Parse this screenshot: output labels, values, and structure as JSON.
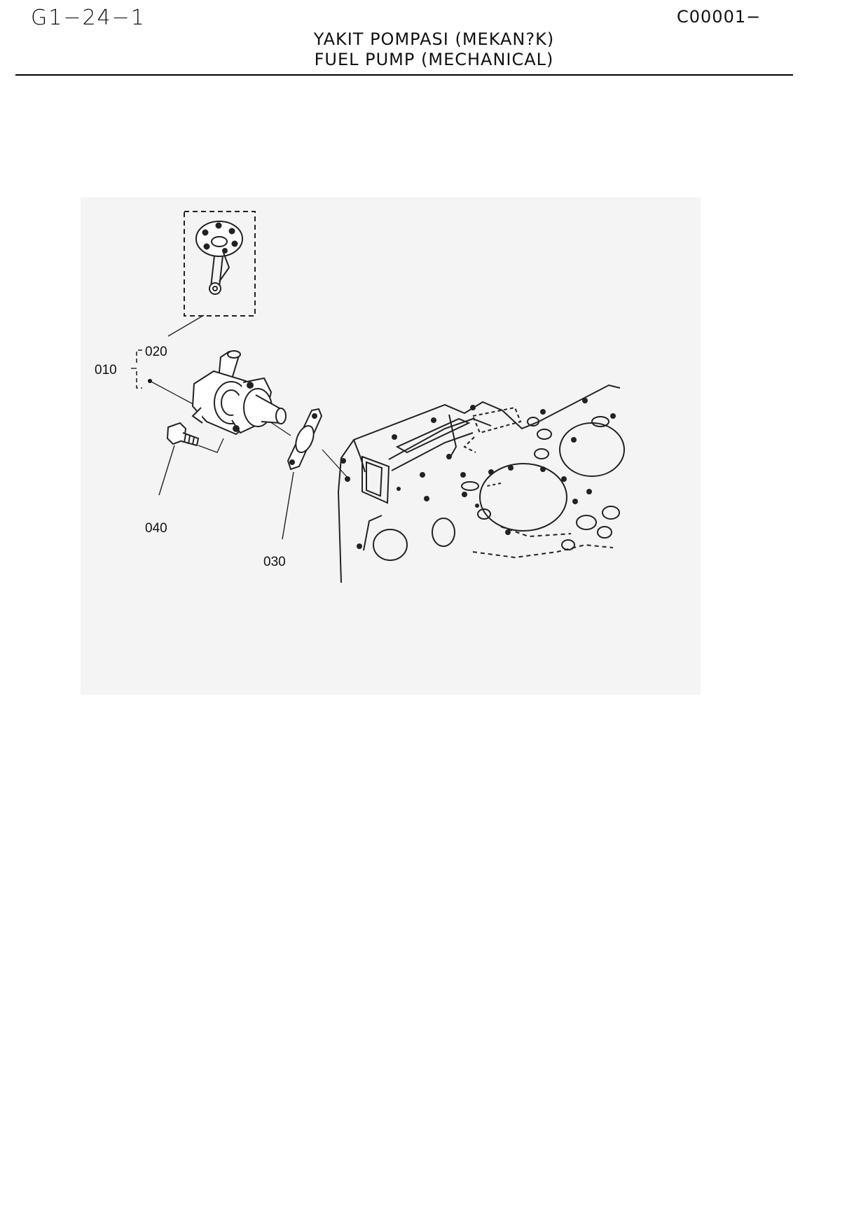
{
  "header": {
    "page_code": "G1−24−1",
    "ref_code": "C00001−"
  },
  "title": {
    "line1": "YAKIT POMPASI (MEKAN?K)",
    "line2": "FUEL PUMP (MECHANICAL)"
  },
  "diagram": {
    "callouts": [
      "010",
      "020",
      "030",
      "040"
    ]
  }
}
